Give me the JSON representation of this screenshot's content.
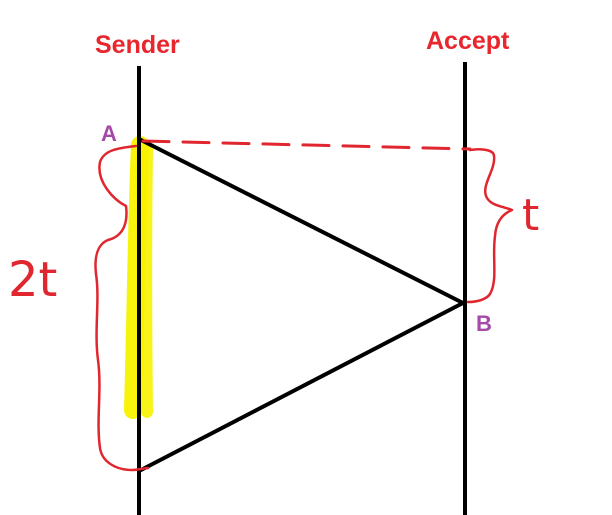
{
  "lanes": {
    "sender_label": "Sender",
    "receiver_label": "Accept"
  },
  "points": {
    "start_label": "A",
    "turn_label": "B"
  },
  "annotations": {
    "one_way_time": "t",
    "round_trip_time": "2t"
  },
  "colors": {
    "title": "#e8262e",
    "point_label": "#a44aa8",
    "annotation": "#e0262e",
    "highlight": "#f7f200",
    "line": "#000000"
  }
}
